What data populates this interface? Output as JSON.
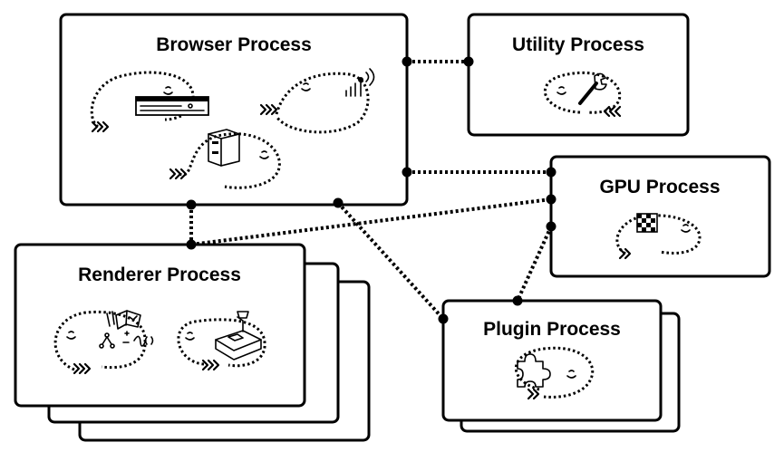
{
  "diagram": {
    "processes": {
      "browser": {
        "title": "Browser Process",
        "icons": [
          "chassis-icon",
          "antenna-icon",
          "file-cabinet-icon"
        ]
      },
      "utility": {
        "title": "Utility Process",
        "icons": [
          "wrench-icon"
        ]
      },
      "gpu": {
        "title": "GPU Process",
        "icons": [
          "grid-chip-icon"
        ]
      },
      "renderer": {
        "title": "Renderer Process",
        "icons": [
          "book-code-icon",
          "desk-lamp-icon"
        ]
      },
      "plugin": {
        "title": "Plugin Process",
        "icons": [
          "puzzle-piece-icon"
        ]
      }
    },
    "connections": [
      {
        "from": "browser",
        "to": "utility"
      },
      {
        "from": "browser",
        "to": "gpu"
      },
      {
        "from": "browser",
        "to": "renderer"
      },
      {
        "from": "browser",
        "to": "plugin"
      },
      {
        "from": "renderer",
        "to": "gpu"
      },
      {
        "from": "plugin",
        "to": "gpu"
      }
    ],
    "colors": {
      "line": "#000000",
      "background": "#ffffff"
    }
  }
}
